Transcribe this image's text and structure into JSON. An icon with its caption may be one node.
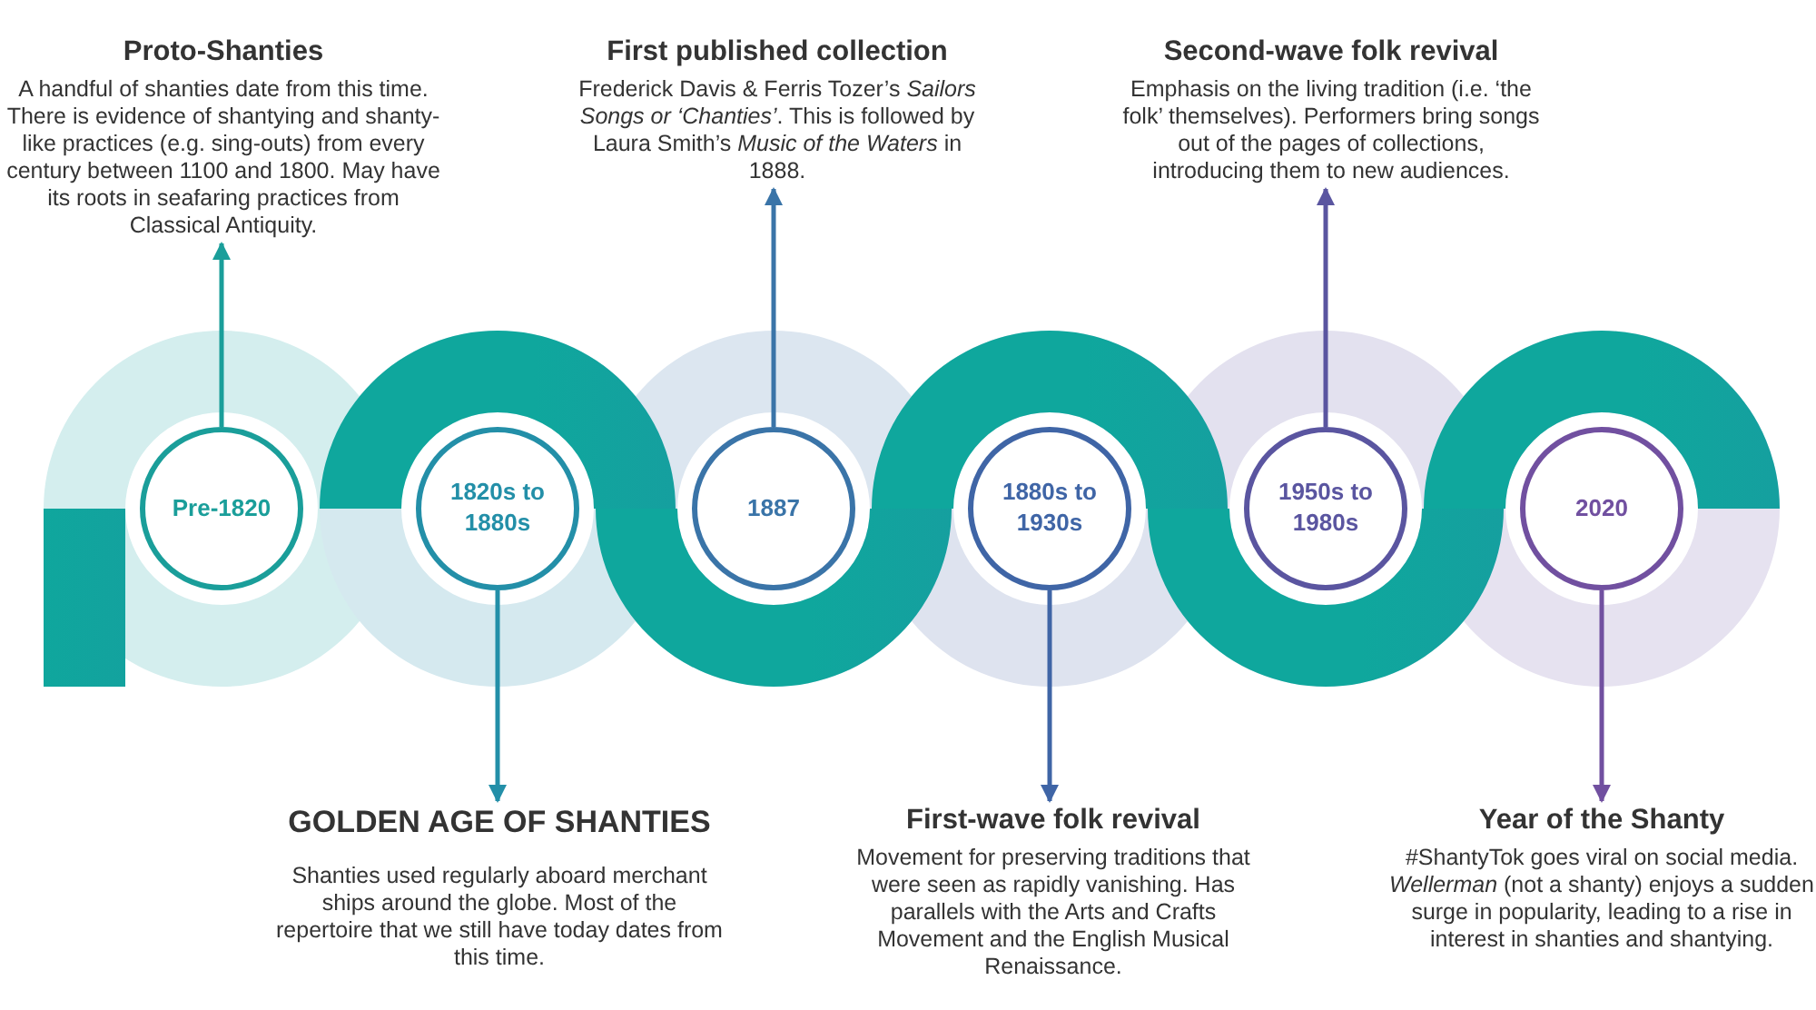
{
  "diagram": {
    "nodes": [
      {
        "text": [
          "Pre-1820"
        ]
      },
      {
        "text": [
          "1820s to 1880s"
        ]
      },
      {
        "text": [
          "1887"
        ]
      },
      {
        "text": [
          "1880s to 1930s"
        ]
      },
      {
        "text": [
          "1950s to 1980s"
        ]
      },
      {
        "text": [
          "2020"
        ]
      },
      {
        "text": [
          "Proto-Shanties",
          "A handful of shanties date from this time. There is evidence of shantying and shanty-like practices (e.g. sing-outs) from every century between 1100 and 1800. May have its roots in seafaring practices from Classical Antiquity."
        ]
      },
      {
        "text": [
          "GOLDEN AGE OF SHANTIES",
          "Shanties used regularly aboard merchant ships around the globe. Most of the repertoire that we still have today dates from this time."
        ]
      },
      {
        "text": [
          "First published collection",
          "Frederick Davis & Ferris Tozer’s *Sailors Songs or ‘Chanties’*. This is followed by Laura Smith’s *Music of the Waters* in 1888."
        ]
      },
      {
        "text": [
          "First-wave folk revival",
          "Movement for preserving traditions that were seen as rapidly vanishing. Has parallels with the Arts and Crafts Movement and the English Musical Renaissance."
        ]
      },
      {
        "text": [
          "Second-wave folk revival",
          "Emphasis on the living tradition (i.e. ‘the folk’ themselves). Performers bring songs out of the pages of collections, introducing them to new audiences."
        ]
      },
      {
        "text": [
          "Year of the Shanty",
          "#ShantyTok goes viral on social media. *Wellerman* (not a shanty) enjoys a sudden surge in popularity, leading to a rise in interest in shanties and shantying."
        ]
      }
    ],
    "edges": [
      {
        "from": 0,
        "to": 6,
        "arrow": "to",
        "color": "#1a9e9a"
      },
      {
        "from": 1,
        "to": 7,
        "arrow": "to",
        "color": "#238fa8"
      },
      {
        "from": 2,
        "to": 8,
        "arrow": "to",
        "color": "#3a74a8"
      },
      {
        "from": 3,
        "to": 9,
        "arrow": "to",
        "color": "#3f65a6"
      },
      {
        "from": 4,
        "to": 10,
        "arrow": "to",
        "color": "#5a55a0"
      },
      {
        "from": 5,
        "to": 11,
        "arrow": "to",
        "color": "#7150a0"
      }
    ]
  }
}
